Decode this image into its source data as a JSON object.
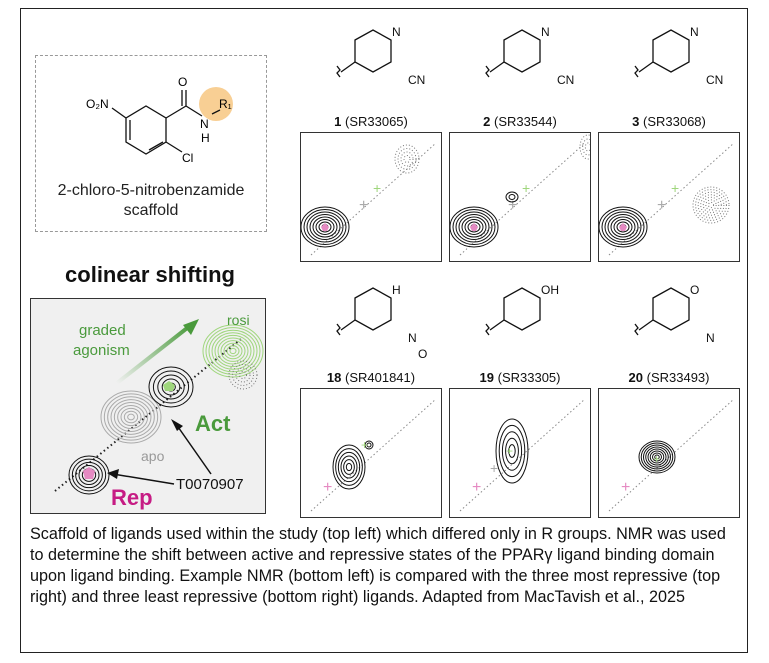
{
  "scaffold": {
    "name_line1": "2-chloro-5-nitrobenzamide",
    "name_line2": "scaffold",
    "groups": {
      "nitro": "O₂N",
      "o": "O",
      "n": "N",
      "h": "H",
      "r": "R₁",
      "cl": "Cl"
    },
    "r_color": "#f8cf94"
  },
  "example": {
    "title": "colinear shifting",
    "arrow_label_1": "graded",
    "arrow_label_2": "agonism",
    "rosi": "rosi",
    "apo": "apo",
    "act": "Act",
    "rep": "Rep",
    "ligand": "T0070907",
    "colors": {
      "green": "#4a9a3c",
      "light_green": "#9fd67c",
      "magenta": "#c61c84",
      "gray": "#9a9a9a"
    }
  },
  "compounds": [
    {
      "num": "1",
      "code": "(SR33065)",
      "groups": [
        "N",
        "CN"
      ]
    },
    {
      "num": "2",
      "code": "(SR33544)",
      "groups": [
        "N",
        "CN"
      ]
    },
    {
      "num": "3",
      "code": "(SR33068)",
      "groups": [
        "N",
        "CN"
      ]
    },
    {
      "num": "18",
      "code": "(SR401841)",
      "groups": [
        "H",
        "N",
        "O"
      ]
    },
    {
      "num": "19",
      "code": "(SR33305)",
      "groups": [
        "OH"
      ]
    },
    {
      "num": "20",
      "code": "(SR33493)",
      "groups": [
        "O",
        "N"
      ]
    }
  ],
  "caption": "Scaffold of ligands used within the study (top left) which differed only in R groups. NMR was used to determine the shift between active and repressive states of the PPARγ ligand binding domain upon ligand binding. Example NMR (bottom left) is compared with the three most repressive (top right) and three least repressive (bottom right) ligands. Adapted from MacTavish et al., 2025"
}
